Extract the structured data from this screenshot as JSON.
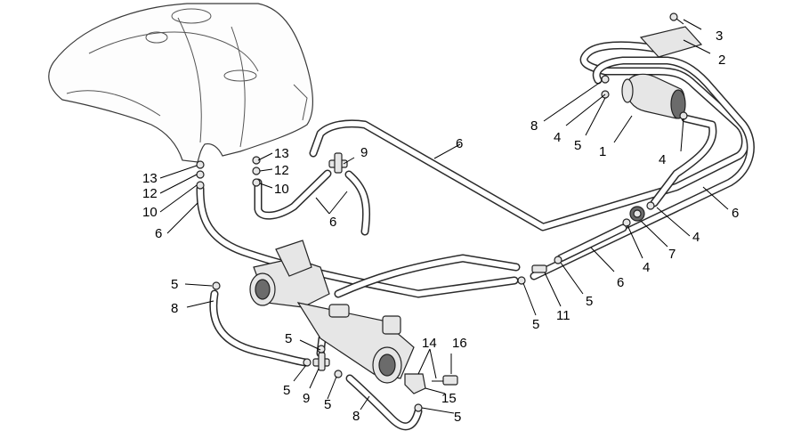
{
  "diagram": {
    "callouts": [
      {
        "id": "c-3-top",
        "text": "3"
      },
      {
        "id": "c-2-top",
        "text": "2"
      },
      {
        "id": "c-8-filter",
        "text": "8"
      },
      {
        "id": "c-4-filter-left",
        "text": "4"
      },
      {
        "id": "c-5-filter",
        "text": "5"
      },
      {
        "id": "c-1-filter",
        "text": "1"
      },
      {
        "id": "c-4-filter-right",
        "text": "4"
      },
      {
        "id": "c-6-right",
        "text": "6"
      },
      {
        "id": "c-6-center",
        "text": "6"
      },
      {
        "id": "c-9-upper",
        "text": "9"
      },
      {
        "id": "c-13-mid",
        "text": "13"
      },
      {
        "id": "c-12-mid",
        "text": "12"
      },
      {
        "id": "c-10-mid",
        "text": "10"
      },
      {
        "id": "c-6-mid",
        "text": "6"
      },
      {
        "id": "c-13-left",
        "text": "13"
      },
      {
        "id": "c-12-left",
        "text": "12"
      },
      {
        "id": "c-10-left",
        "text": "10"
      },
      {
        "id": "c-6-left",
        "text": "6"
      },
      {
        "id": "c-4-valve-right",
        "text": "4"
      },
      {
        "id": "c-7-valve",
        "text": "7"
      },
      {
        "id": "c-4-valve-left",
        "text": "4"
      },
      {
        "id": "c-6-lower",
        "text": "6"
      },
      {
        "id": "c-5-lower-right",
        "text": "5"
      },
      {
        "id": "c-11",
        "text": "11"
      },
      {
        "id": "c-5-lower-left",
        "text": "5"
      },
      {
        "id": "c-5-topleft",
        "text": "5"
      },
      {
        "id": "c-8-left",
        "text": "8"
      },
      {
        "id": "c-5-tee-top",
        "text": "5"
      },
      {
        "id": "c-5-tee-left",
        "text": "5"
      },
      {
        "id": "c-9-lower",
        "text": "9"
      },
      {
        "id": "c-5-tee-right",
        "text": "5"
      },
      {
        "id": "c-8-bottom",
        "text": "8"
      },
      {
        "id": "c-14",
        "text": "14"
      },
      {
        "id": "c-16",
        "text": "16"
      },
      {
        "id": "c-15",
        "text": "15"
      },
      {
        "id": "c-5-bottom-right",
        "text": "5"
      }
    ]
  }
}
